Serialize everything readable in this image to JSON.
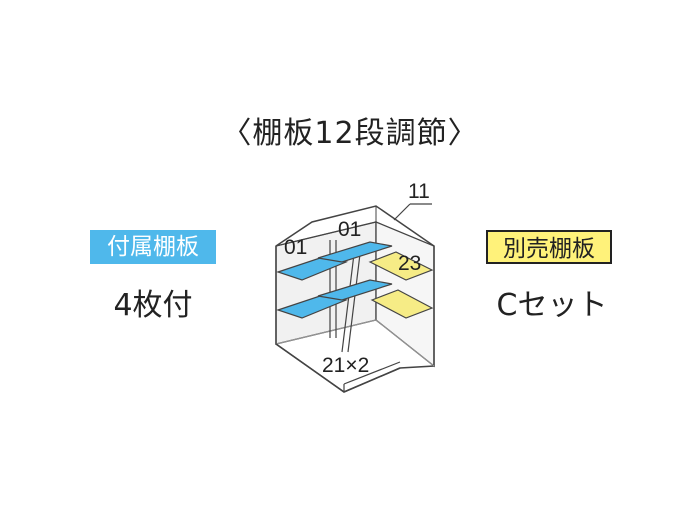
{
  "title": "〈棚板12段調節〉",
  "left_badge": "付属棚板",
  "left_sub": "4枚付",
  "right_badge": "別売棚板",
  "right_sub": "Cセット",
  "diagram": {
    "label_01_left": "01",
    "label_01_right": "01",
    "label_11": "11",
    "label_23": "23",
    "label_21x2": "21×2"
  },
  "colors": {
    "included_shelf": "#4fb8eb",
    "optional_shelf": "#f6ec86",
    "frame": "#444444"
  }
}
